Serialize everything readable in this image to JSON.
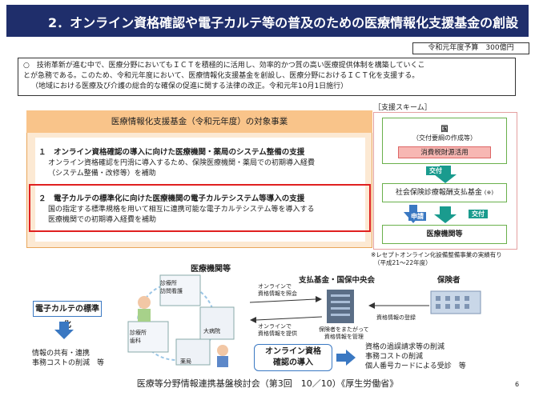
{
  "title": "2．オンライン資格確認や電子カルテ等の普及のための医療情報化支援基金の創設",
  "budget": "令和元年度予算　300億円",
  "intro": {
    "line1": "○　技術革新が進む中で、医療分野においてもＩＣＴを積極的に活用し、効率的かつ質の高い医療提供体制を構築していくこ",
    "line2": "とが急務である。このため、令和元年度において、医療情報化支援基金を創設し、医療分野におけるＩＣＴ化を支援する。",
    "line3": "（地域における医療及び介護の総合的な確保の促進に関する法律の改正。令和元年10月1日施行）"
  },
  "fund": {
    "header": "医療情報化支援基金（令和元年度）の対象事業",
    "item1_title": "１　オンライン資格確認の導入に向けた医療機関・薬局のシステム整備の支援",
    "item1_body1": "オンライン資格確認を円滑に導入するため、保険医療機関・薬局での初期導入経費",
    "item1_body2": "（システム整備・改修等）を補助",
    "item2_title": "２　電子カルテの標準化に向けた医療機関の電子カルテシステム等導入の支援",
    "item2_body1": "国の指定する標準規格を用いて相互に連携可能な電子カルテシステム等を導入する",
    "item2_body2": "医療機関での初期導入経費を補助"
  },
  "scheme": {
    "label": "［支援スキーム］",
    "country": "国",
    "country_sub": "（交付要綱の作成等）",
    "tax": "消費税財源活用",
    "grant1": "交付",
    "fund_org": "社会保険診療報酬支払基金",
    "fund_mark": "(※)",
    "apply": "申請",
    "grant2": "交付",
    "medical": "医療機関等",
    "note1": "※レセプトオンライン化設備整備事業の実績有り",
    "note2": "（平成21～22年度）"
  },
  "diagram": {
    "hospital_title": "医療機関等",
    "hosp_label1": "診療所",
    "hosp_label2": "訪問看護",
    "hosp_label3": "大病院",
    "hosp_label4": "診療所",
    "hosp_label5": "歯科",
    "hosp_label6": "薬局",
    "ehr_label": "電子カルテの標準化",
    "ehr_result1": "情報の共有・連携",
    "ehr_result2": "事務コストの削減　等",
    "online_query1": "オンラインで",
    "online_query2": "資格情報を照会",
    "online_provide1": "オンラインで",
    "online_provide2": "資格情報を提供",
    "payer_title": "支払基金・国保中央会",
    "payer_caption1": "保険者をまたがって",
    "payer_caption2": "資格情報を管理",
    "registration": "資格情報の登録",
    "insurer_title": "保険者",
    "online_label1": "オンライン資格",
    "online_label2": "確認の導入",
    "online_result1": "資格の過誤請求等の削減",
    "online_result2": "事務コストの削減",
    "online_result3": "個人番号カードによる受診　等"
  },
  "footer": "医療等分野情報連携基盤検討会（第3回　10／10）《厚生労働省》",
  "page_number": "6"
}
